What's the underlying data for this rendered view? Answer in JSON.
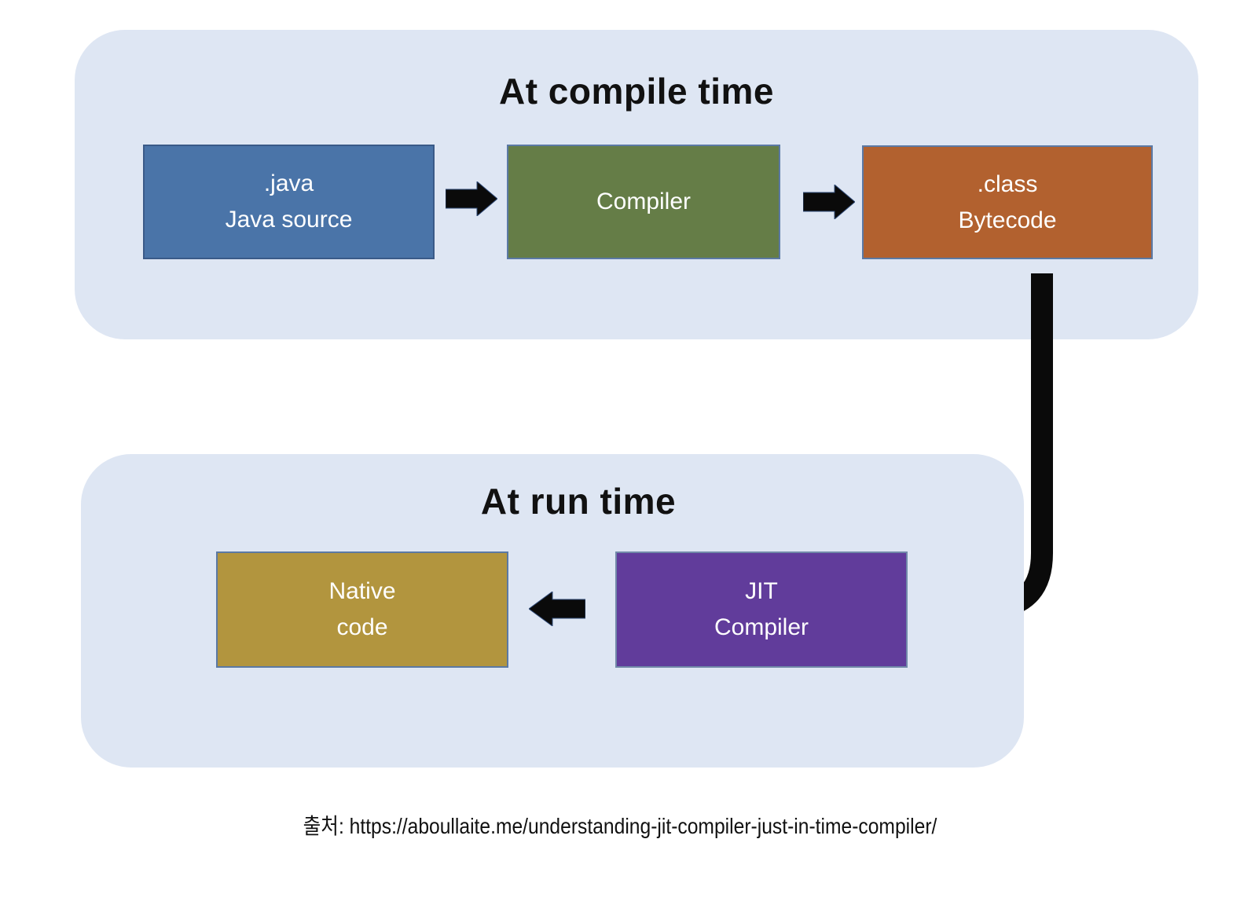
{
  "colors": {
    "background": "#ffffff",
    "panel_bg": "#dee6f3",
    "title_text": "#111111",
    "box_text": "#ffffff",
    "arrow": "#0a0a0a",
    "java_box_fill": "#4a74a8",
    "java_box_border": "#3a5a88",
    "compiler_box_fill": "#657d47",
    "bytecode_box_fill": "#b2612f",
    "native_box_fill": "#b2953e",
    "jit_box_fill": "#613c9b",
    "box_border_steel": "#5b79a4",
    "jit_box_border": "#7189a9"
  },
  "compile_panel": {
    "title": "At compile time",
    "boxes": [
      {
        "id": "java-source",
        "lines": [
          ".java",
          "Java source"
        ]
      },
      {
        "id": "compiler",
        "lines": [
          "Compiler"
        ]
      },
      {
        "id": "bytecode",
        "lines": [
          ".class",
          "Bytecode"
        ]
      }
    ]
  },
  "run_panel": {
    "title": "At run time",
    "boxes": [
      {
        "id": "native-code",
        "lines": [
          "Native",
          "code"
        ]
      },
      {
        "id": "jit-compiler",
        "lines": [
          "JIT",
          "Compiler"
        ]
      }
    ]
  },
  "icons": {
    "arrow_right_1": "arrow-right-icon",
    "arrow_right_2": "arrow-right-icon",
    "arrow_left": "arrow-left-icon",
    "elbow_arrow": "elbow-arrow-down-left-icon"
  },
  "caption": "출처: https://aboullaite.me/understanding-jit-compiler-just-in-time-compiler/"
}
